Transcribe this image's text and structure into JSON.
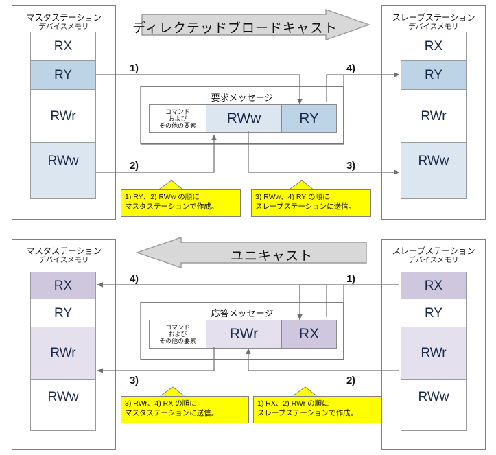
{
  "diagram": {
    "title_top": "ディレクテッドブロードキャスト",
    "title_bottom": "ユニキャスト"
  },
  "stations": {
    "master": {
      "name": "マスタステーション",
      "sub": "デバイスメモリ"
    },
    "slave": {
      "name": "スレーブステーション",
      "sub": "デバイスメモリ"
    }
  },
  "colors": {
    "blue_strong": "#bdd3e6",
    "blue_light": "#dce6f1",
    "purple_strong": "#cfc7de",
    "purple_light": "#e4e0ee",
    "white": "#ffffff",
    "callout_yellow": "#ffff00",
    "banner_gray": "#d8d8d8",
    "line": "#808080",
    "text": "#1b2a4a"
  },
  "top": {
    "banner_label": "ディレクテッドブロードキャスト",
    "banner_direction": "right",
    "master_memory": [
      {
        "label": "RX",
        "fill": "white"
      },
      {
        "label": "RY",
        "fill": "blue_strong"
      },
      {
        "label": "RWr",
        "fill": "white"
      },
      {
        "label": "RWw",
        "fill": "blue_light"
      }
    ],
    "slave_memory": [
      {
        "label": "RX",
        "fill": "white"
      },
      {
        "label": "RY",
        "fill": "blue_strong"
      },
      {
        "label": "RWr",
        "fill": "white"
      },
      {
        "label": "RWw",
        "fill": "blue_light"
      }
    ],
    "message": {
      "title": "要求メッセージ",
      "cmd_lines": [
        "コマンド",
        "および",
        "その他の要素"
      ],
      "segments": [
        {
          "label": "RWw",
          "fill": "blue_light"
        },
        {
          "label": "RY",
          "fill": "blue_strong"
        }
      ]
    },
    "steps": {
      "s1": "1)",
      "s2": "2)",
      "s3": "3)",
      "s4": "4)"
    },
    "callouts": [
      {
        "line1": "1) RY、2) RWw の順に",
        "line2": "マスタステーションで作成。"
      },
      {
        "line1": "3) RWw、4) RY の順に",
        "line2": "スレーブステーションに送信。"
      }
    ]
  },
  "bottom": {
    "banner_label": "ユニキャスト",
    "banner_direction": "left",
    "master_memory": [
      {
        "label": "RX",
        "fill": "purple_strong"
      },
      {
        "label": "RY",
        "fill": "white"
      },
      {
        "label": "RWr",
        "fill": "purple_light"
      },
      {
        "label": "RWw",
        "fill": "white"
      }
    ],
    "slave_memory": [
      {
        "label": "RX",
        "fill": "purple_strong"
      },
      {
        "label": "RY",
        "fill": "white"
      },
      {
        "label": "RWr",
        "fill": "purple_light"
      },
      {
        "label": "RWw",
        "fill": "white"
      }
    ],
    "message": {
      "title": "応答メッセージ",
      "cmd_lines": [
        "コマンド",
        "および",
        "その他の要素"
      ],
      "segments": [
        {
          "label": "RWr",
          "fill": "purple_light"
        },
        {
          "label": "RX",
          "fill": "purple_strong"
        }
      ]
    },
    "steps": {
      "s1": "1)",
      "s2": "2)",
      "s3": "3)",
      "s4": "4)"
    },
    "callouts": [
      {
        "line1": "3) RWr、4) RX の順に",
        "line2": "マスタステーションに送信。"
      },
      {
        "line1": "1) RX、2) RWr の順に",
        "line2": "スレーブステーションで作成。"
      }
    ]
  }
}
